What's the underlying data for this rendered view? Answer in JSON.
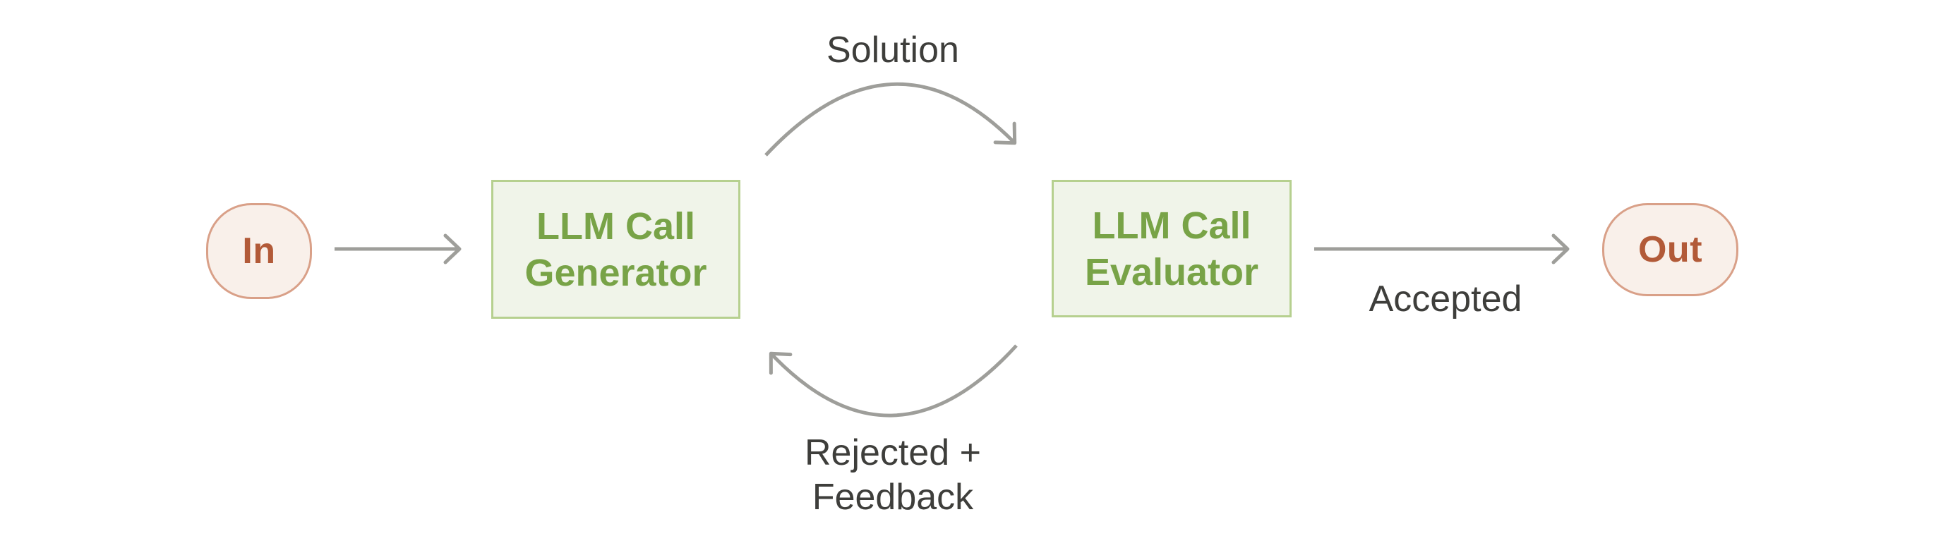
{
  "diagram": {
    "name": "evaluator-optimizer-workflow",
    "nodes": {
      "input": {
        "label": "In"
      },
      "generator": {
        "line1": "LLM Call",
        "line2": "Generator"
      },
      "evaluator": {
        "line1": "LLM Call",
        "line2": "Evaluator"
      },
      "output": {
        "label": "Out"
      }
    },
    "edges": {
      "solution_label": "Solution",
      "accepted_label": "Accepted",
      "rejected_label_line1": "Rejected +",
      "rejected_label_line2": "Feedback"
    },
    "colors": {
      "terracotta_text": "#B25A38",
      "terracotta_border": "#D9A088",
      "terracotta_fill": "#F9F0EA",
      "green_text": "#78A347",
      "green_border": "#B6D08F",
      "green_fill": "#F0F4E9",
      "arrow_gray": "#9E9E9A",
      "label_dark": "#3E3E3B",
      "background": "#FFFFFF"
    }
  }
}
